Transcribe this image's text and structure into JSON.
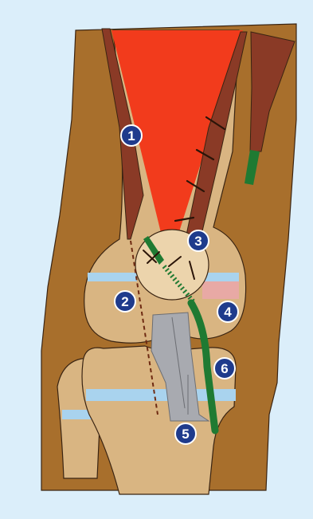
{
  "colors": {
    "frame": "#dbeefa",
    "skin": "#a86f2c",
    "bone": "#d9b582",
    "muscle": "#8a3a26",
    "quadriceps_wedge": "#f23b1c",
    "cartilage": "#a9d3ee",
    "patella": "#ecd4ac",
    "ligament": "#a8aab0",
    "graft": "#1f7a32",
    "pink_band": "#e8a9a5",
    "marker_fill": "#1f3b8c",
    "marker_ring": "#ffffff",
    "outline": "#3a2412",
    "suture": "#2a1408",
    "dashed_line": "#6e2a12"
  },
  "markers": [
    {
      "id": "1",
      "label": "1"
    },
    {
      "id": "2",
      "label": "2"
    },
    {
      "id": "3",
      "label": "3"
    },
    {
      "id": "4",
      "label": "4"
    },
    {
      "id": "5",
      "label": "5"
    },
    {
      "id": "6",
      "label": "6"
    }
  ]
}
